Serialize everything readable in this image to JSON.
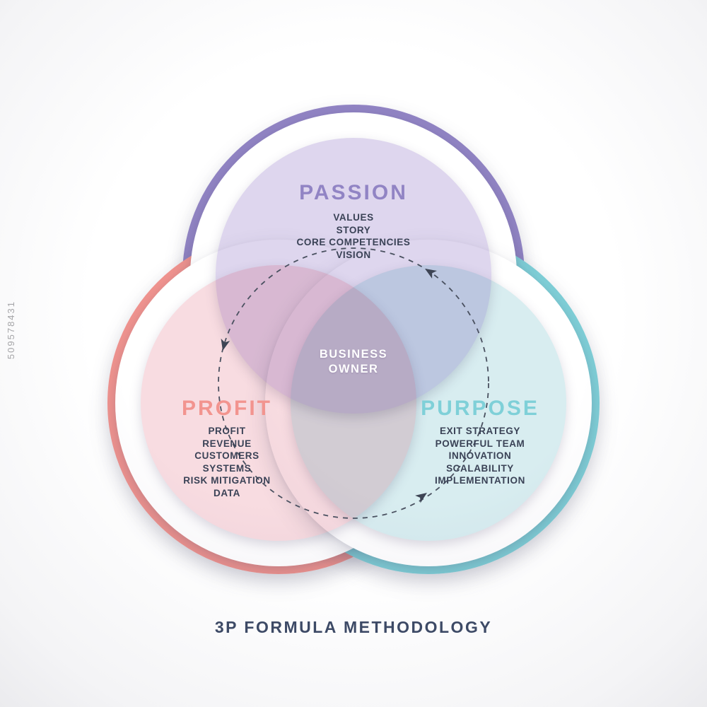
{
  "watermark": {
    "text": "509578431"
  },
  "title": "3P FORMULA METHODOLOGY",
  "title_color": "#3d4a66",
  "text_color": "#3a4256",
  "center_label": {
    "line1": "BUSINESS",
    "line2": "OWNER"
  },
  "rotation": {
    "dash_color": "#4a5160",
    "arrow_color": "#3d4454"
  },
  "circles": [
    {
      "id": "passion",
      "label": "PASSION",
      "ring_color": "#9184c4",
      "fill_color": "#ded6ee",
      "items": [
        "VALUES",
        "STORY",
        "CORE COMPETENCIES",
        "VISION"
      ]
    },
    {
      "id": "profit",
      "label": "PROFIT",
      "ring_color": "#f2948f",
      "fill_color": "#f8dce1",
      "items": [
        "PROFIT",
        "REVENUE",
        "CUSTOMERS",
        "SYSTEMS",
        "RISK MITIGATION",
        "DATA"
      ]
    },
    {
      "id": "purpose",
      "label": "PURPOSE",
      "ring_color": "#7fd0d8",
      "fill_color": "#d8edf0",
      "items": [
        "EXIT STRATEGY",
        "POWERFUL TEAM",
        "INNOVATION",
        "SCALABILITY",
        "IMPLEMENTATION"
      ]
    }
  ]
}
